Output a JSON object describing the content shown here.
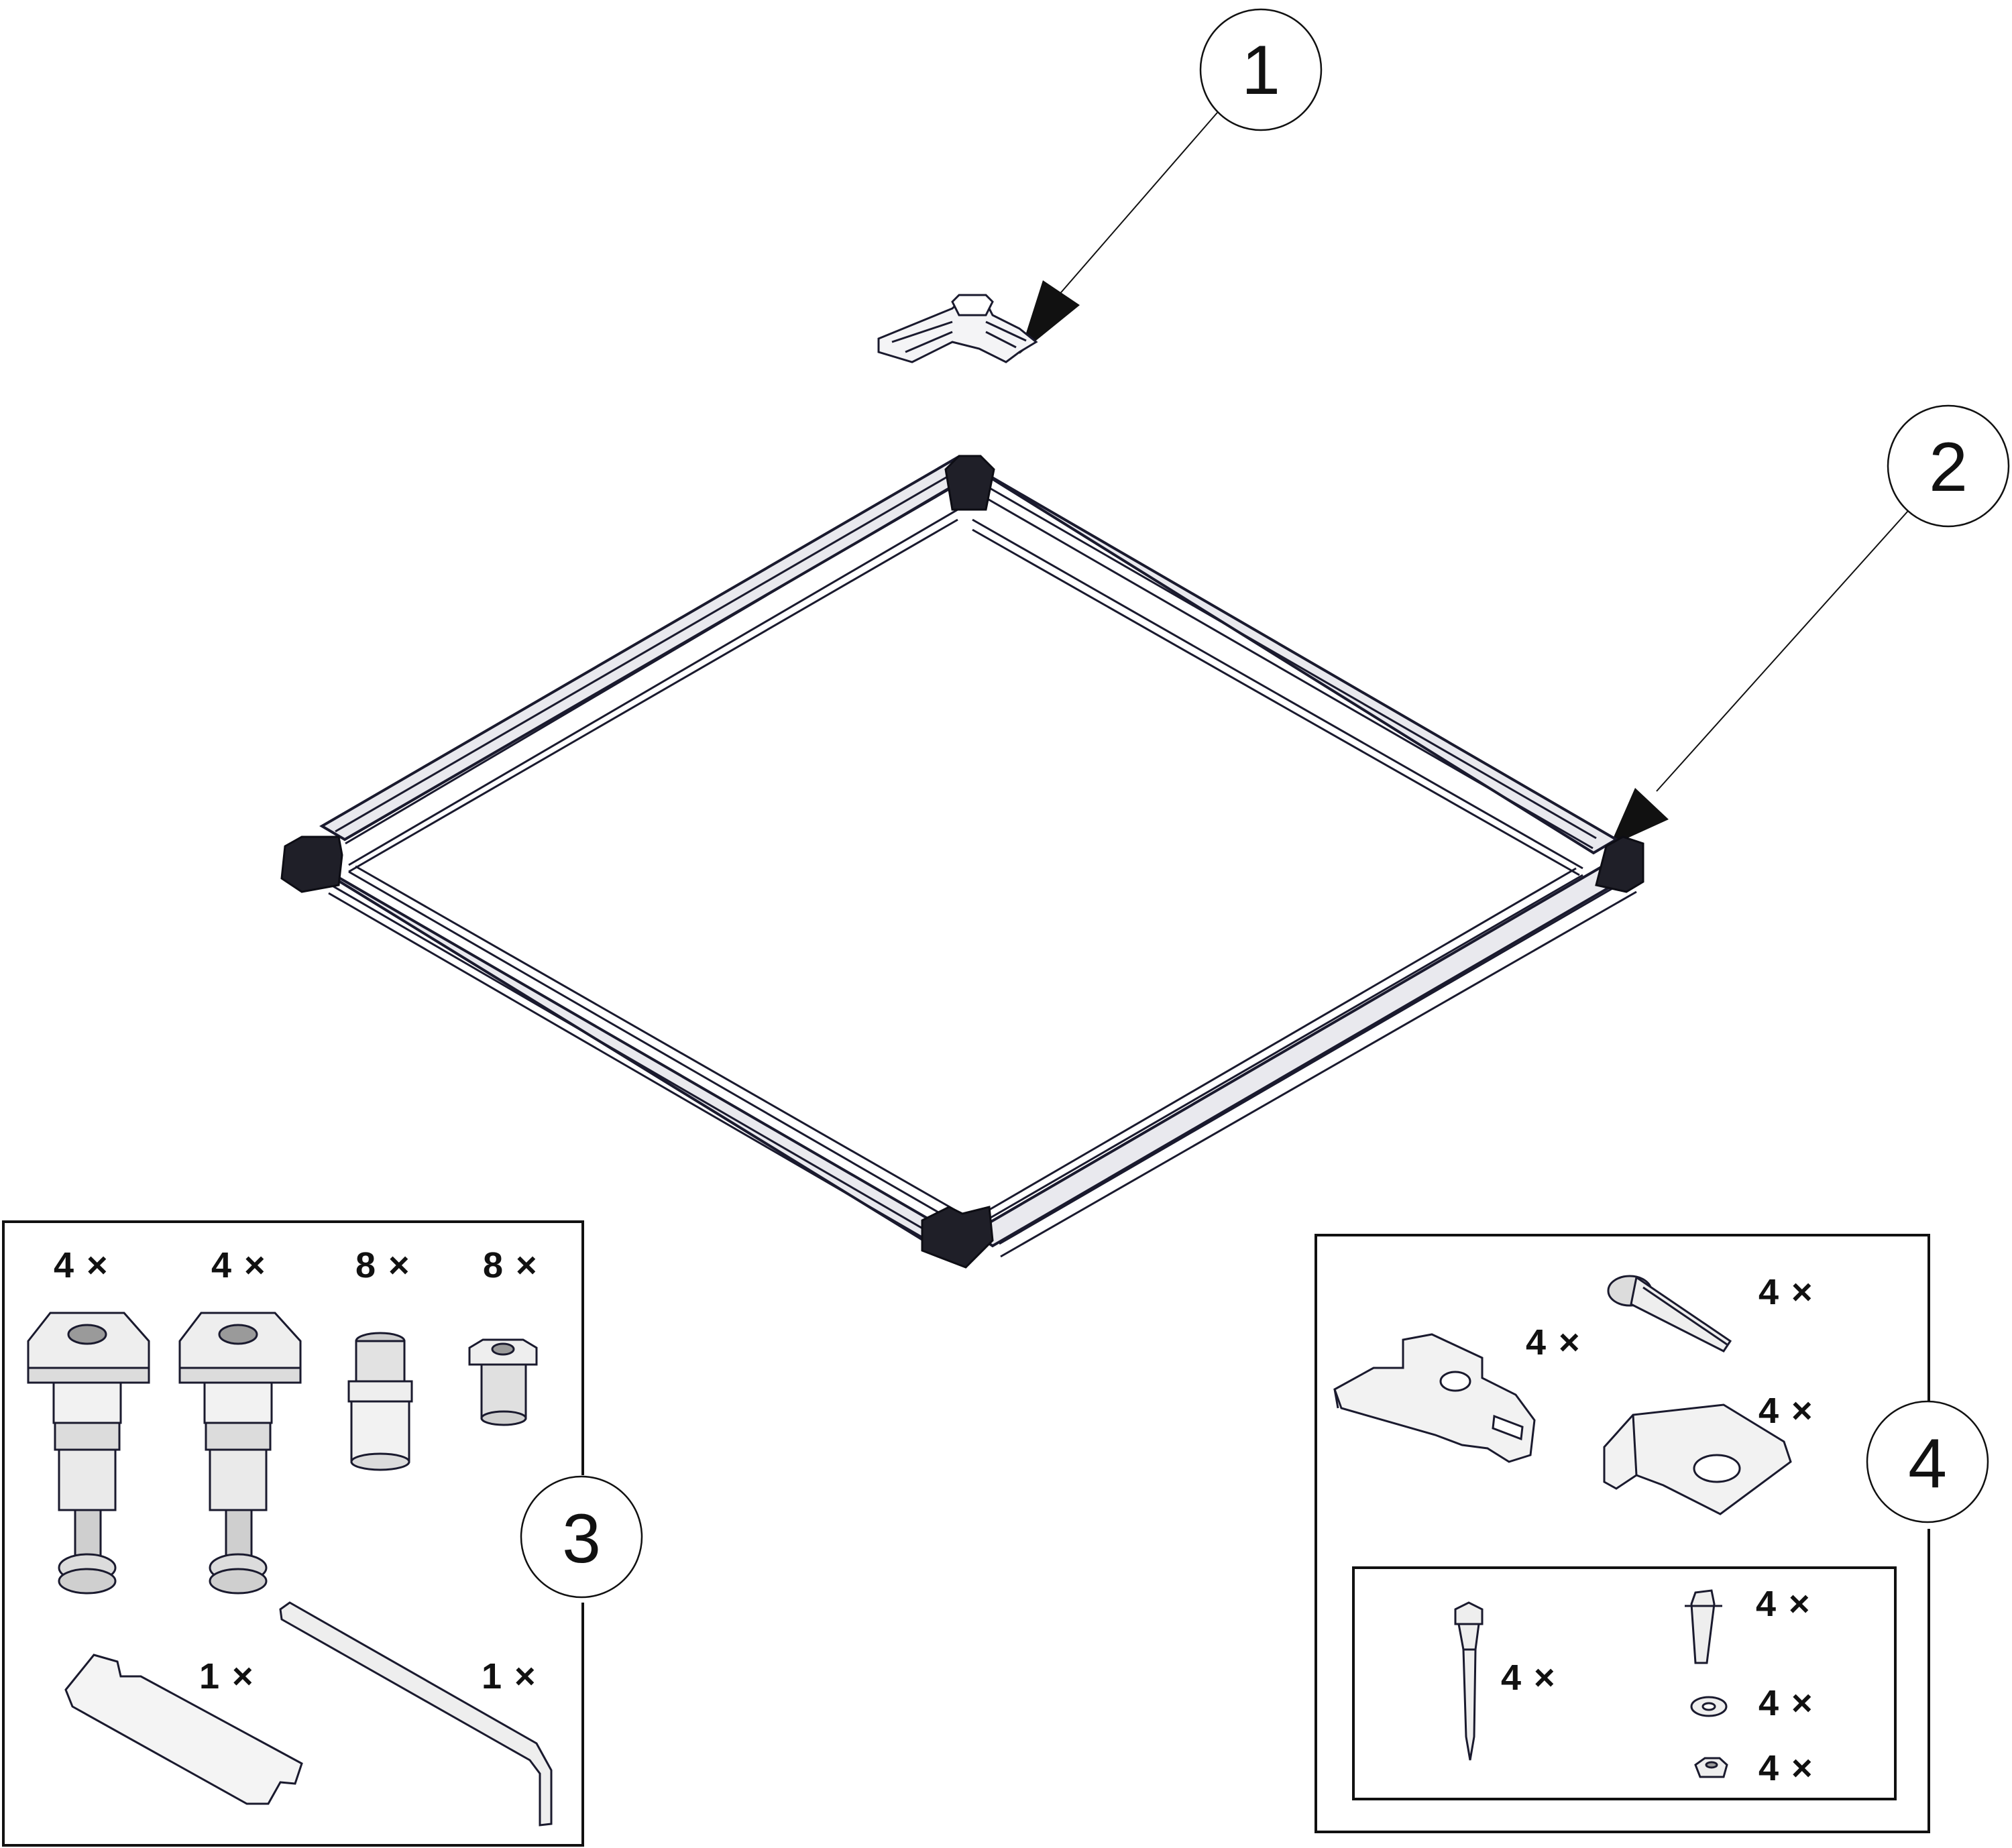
{
  "callouts": {
    "c1": "1",
    "c2": "2",
    "c3": "3",
    "c4": "4"
  },
  "kit3": {
    "q_foot_a": "4 ×",
    "q_foot_b": "4 ×",
    "q_sleeve": "8 ×",
    "q_nut": "8 ×",
    "q_wrench": "1 ×",
    "q_hexkey": "1 ×"
  },
  "kit4": {
    "q_bracket": "4 ×",
    "q_bolt": "4 ×",
    "q_clip": "4 ×",
    "q_lagscrew": "4 ×",
    "q_dowel": "4 ×",
    "q_washer": "4 ×",
    "q_hexnut": "4 ×"
  },
  "colors": {
    "line": "#1a1a2e",
    "frame_fill": "#e9e9ee",
    "corner_fill": "#1f1f28",
    "part_fill": "#eeeeee"
  }
}
